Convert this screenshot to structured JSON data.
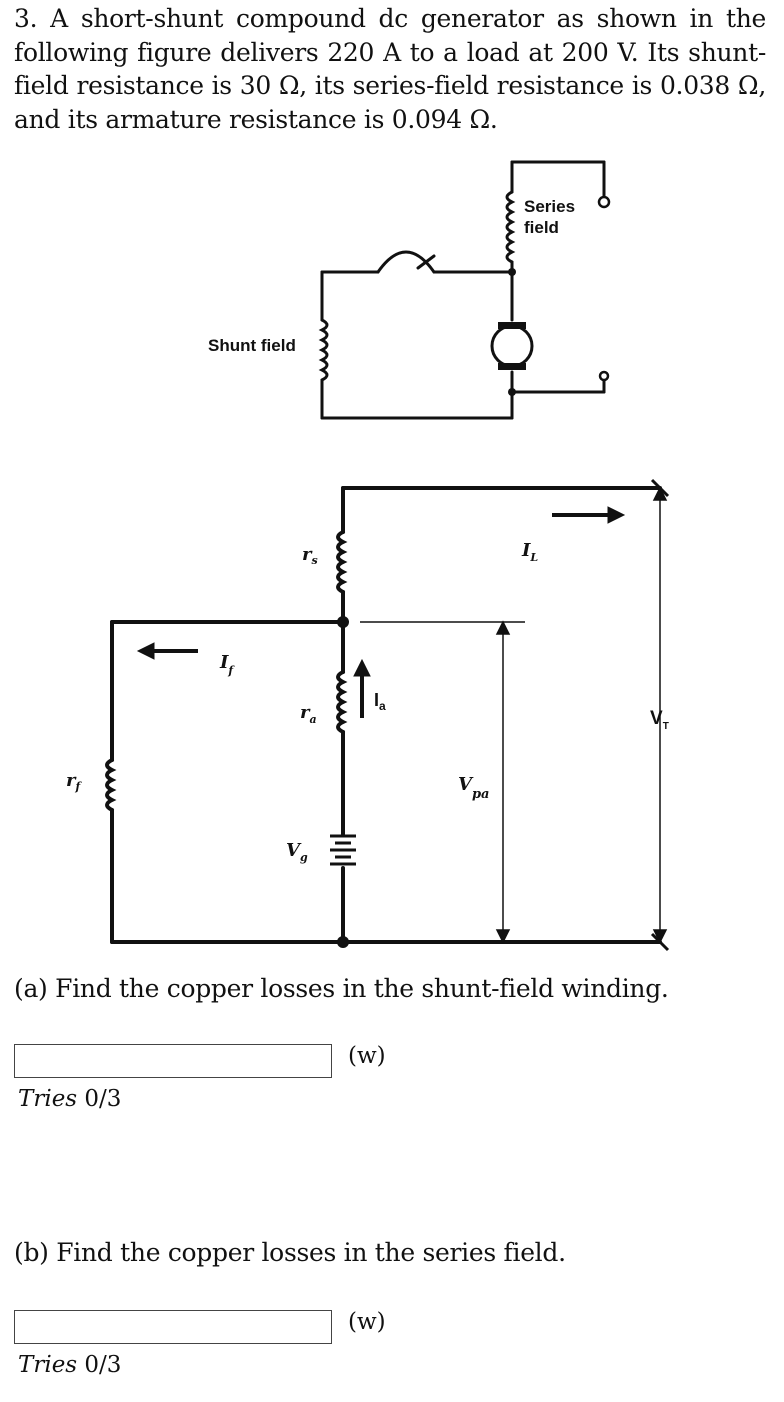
{
  "problem": {
    "number": "3.",
    "text": "A short-shunt compound dc generator as shown in the following figure delivers 220 A to a load at 200 V. Its shunt-field resistance is 30 Ω, its series-field resistance is 0.038 Ω, and its armature resistance is 0.094 Ω."
  },
  "figure1": {
    "series_field_label_1": "Series",
    "series_field_label_2": "field",
    "shunt_field_label": "Shunt field"
  },
  "figure2": {
    "rs_label": "r",
    "rs_sub": "s",
    "ra_label": "r",
    "ra_sub": "a",
    "rf_label": "r",
    "rf_sub": "f",
    "vg_label": "V",
    "vg_sub": "g",
    "if_label": "I",
    "if_sub": "f",
    "ia_label": "I",
    "ia_sub": "a",
    "il_label": "I",
    "il_sub": "L",
    "vt_label": "V",
    "vt_sub": "T",
    "vpa_label": "V",
    "vpa_sub": "pa"
  },
  "questions": [
    {
      "prompt": "(a) Find the copper losses in the shunt-field winding.",
      "answer_value": "",
      "unit": "(w)",
      "tries_label": "Tries",
      "tries_value": "0/3"
    },
    {
      "prompt": "(b) Find the copper losses in the series field.",
      "answer_value": "",
      "unit": "(w)",
      "tries_label": "Tries",
      "tries_value": "0/3"
    }
  ]
}
